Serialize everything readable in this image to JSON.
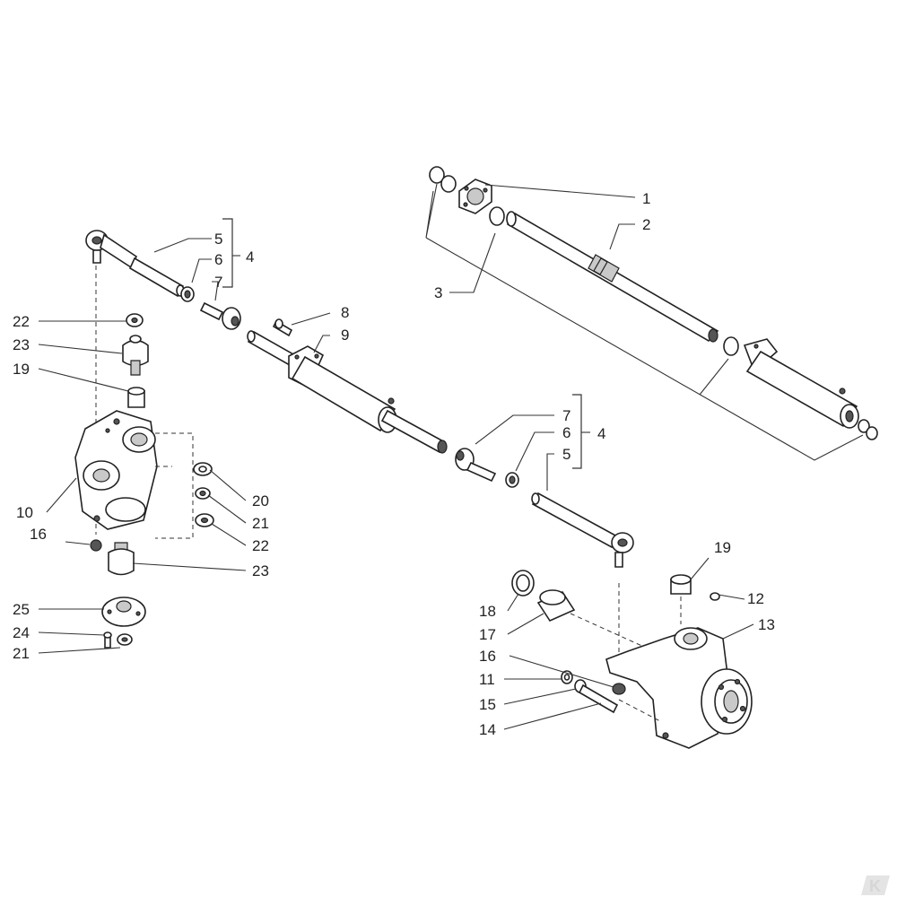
{
  "diagram": {
    "callouts": {
      "c1": "1",
      "c2": "2",
      "c3": "3",
      "c4a": "4",
      "c5a": "5",
      "c6a": "6",
      "c7a": "7",
      "c8": "8",
      "c9": "9",
      "c7b": "7",
      "c4b": "4",
      "c6b": "6",
      "c5b": "5",
      "c22a": "22",
      "c23a": "23",
      "c19a": "19",
      "c10": "10",
      "c20": "20",
      "c21a": "21",
      "c16a": "16",
      "c22b": "22",
      "c23b": "23",
      "c25": "25",
      "c24": "24",
      "c21b": "21",
      "c19b": "19",
      "c12": "12",
      "c18": "18",
      "c13": "13",
      "c17": "17",
      "c16b": "16",
      "c11": "11",
      "c15": "15",
      "c14": "14"
    },
    "colors": {
      "line": "#222222",
      "shade": "#c9c9c9",
      "background": "#ffffff"
    },
    "logo": {
      "text": "K"
    }
  }
}
